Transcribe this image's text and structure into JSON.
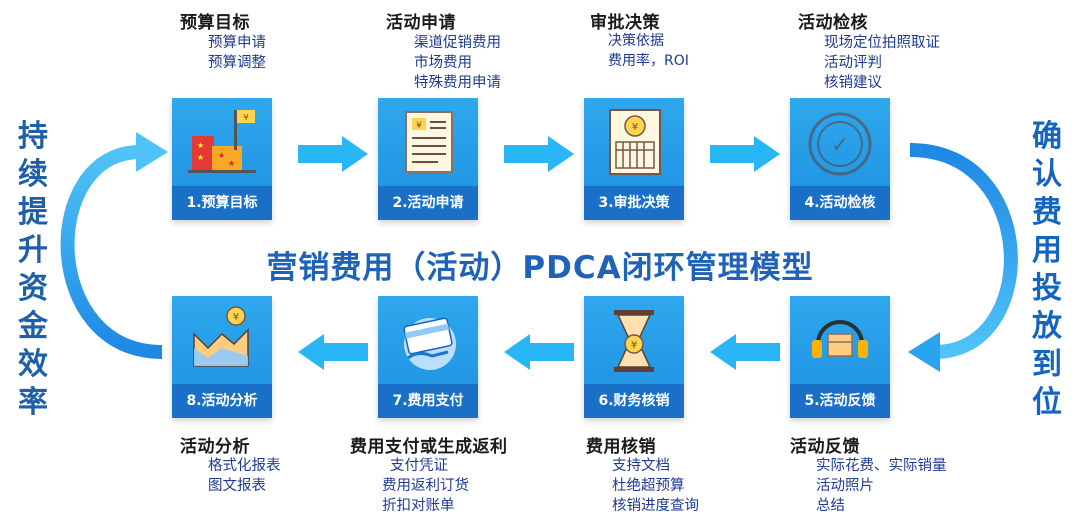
{
  "title": "营销费用（活动）PDCA闭环管理模型",
  "left_side_text": "持续提升资金效率",
  "right_side_text": "确认费用投放到位",
  "colors": {
    "box": "#2ea8ee",
    "box_label": "#1a6fc6",
    "arrow": "#29b6f6",
    "title": "#1f63b8"
  },
  "steps": [
    {
      "label": "1.预算目标",
      "title": "预算目标",
      "lines": [
        "预算申请",
        "预算调整"
      ],
      "icon": "building-budget-icon"
    },
    {
      "label": "2.活动申请",
      "title": "活动申请",
      "lines": [
        "渠道促销费用",
        "市场费用",
        "特殊费用申请"
      ],
      "icon": "document-yuan-icon"
    },
    {
      "label": "3.审批决策",
      "title": "审批决策",
      "lines": [
        "决策依据",
        "费用率，ROI"
      ],
      "icon": "approval-form-icon"
    },
    {
      "label": "4.活动检核",
      "title": "活动检核",
      "lines": [
        "现场定位拍照取证",
        "活动评判",
        "核销建议"
      ],
      "icon": "seal-check-icon"
    },
    {
      "label": "5.活动反馈",
      "title": "活动反馈",
      "lines": [
        "实际花费、实际销量",
        "活动照片",
        "总结"
      ],
      "icon": "headset-box-icon"
    },
    {
      "label": "6.财务核销",
      "title": "费用核销",
      "lines": [
        "支持文档",
        "杜绝超预算",
        "核销进度查询"
      ],
      "icon": "hourglass-yuan-icon"
    },
    {
      "label": "7.费用支付",
      "title": "费用支付或生成返利",
      "lines": [
        "支付凭证",
        "费用返利订货",
        "折扣对账单"
      ],
      "icon": "payment-card-icon"
    },
    {
      "label": "8.活动分析",
      "title": "活动分析",
      "lines": [
        "格式化报表",
        "图文报表"
      ],
      "icon": "analysis-chart-icon"
    }
  ]
}
